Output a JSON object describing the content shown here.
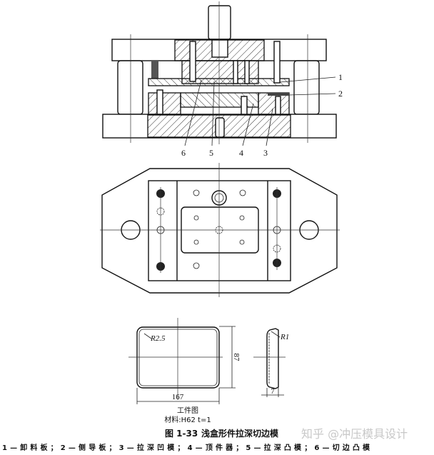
{
  "section_view": {
    "part_labels": [
      "1",
      "2",
      "3",
      "4",
      "5",
      "6"
    ]
  },
  "workpiece": {
    "radius_outer": "R2.5",
    "radius_side": "R1",
    "width_dim": "167",
    "height_dim": "87",
    "depth_dim": "7",
    "title": "工件图",
    "material": "材料:H62  t=1"
  },
  "caption": {
    "figure_number": "图 1-33",
    "title": "浅盒形件拉深切边模"
  },
  "legend": "1—卸料板；2—侧导板；3—拉深凹模；4—顶件器；5—拉深凸模；6—切边凸模",
  "watermark": "知乎 @冲压模具设计"
}
